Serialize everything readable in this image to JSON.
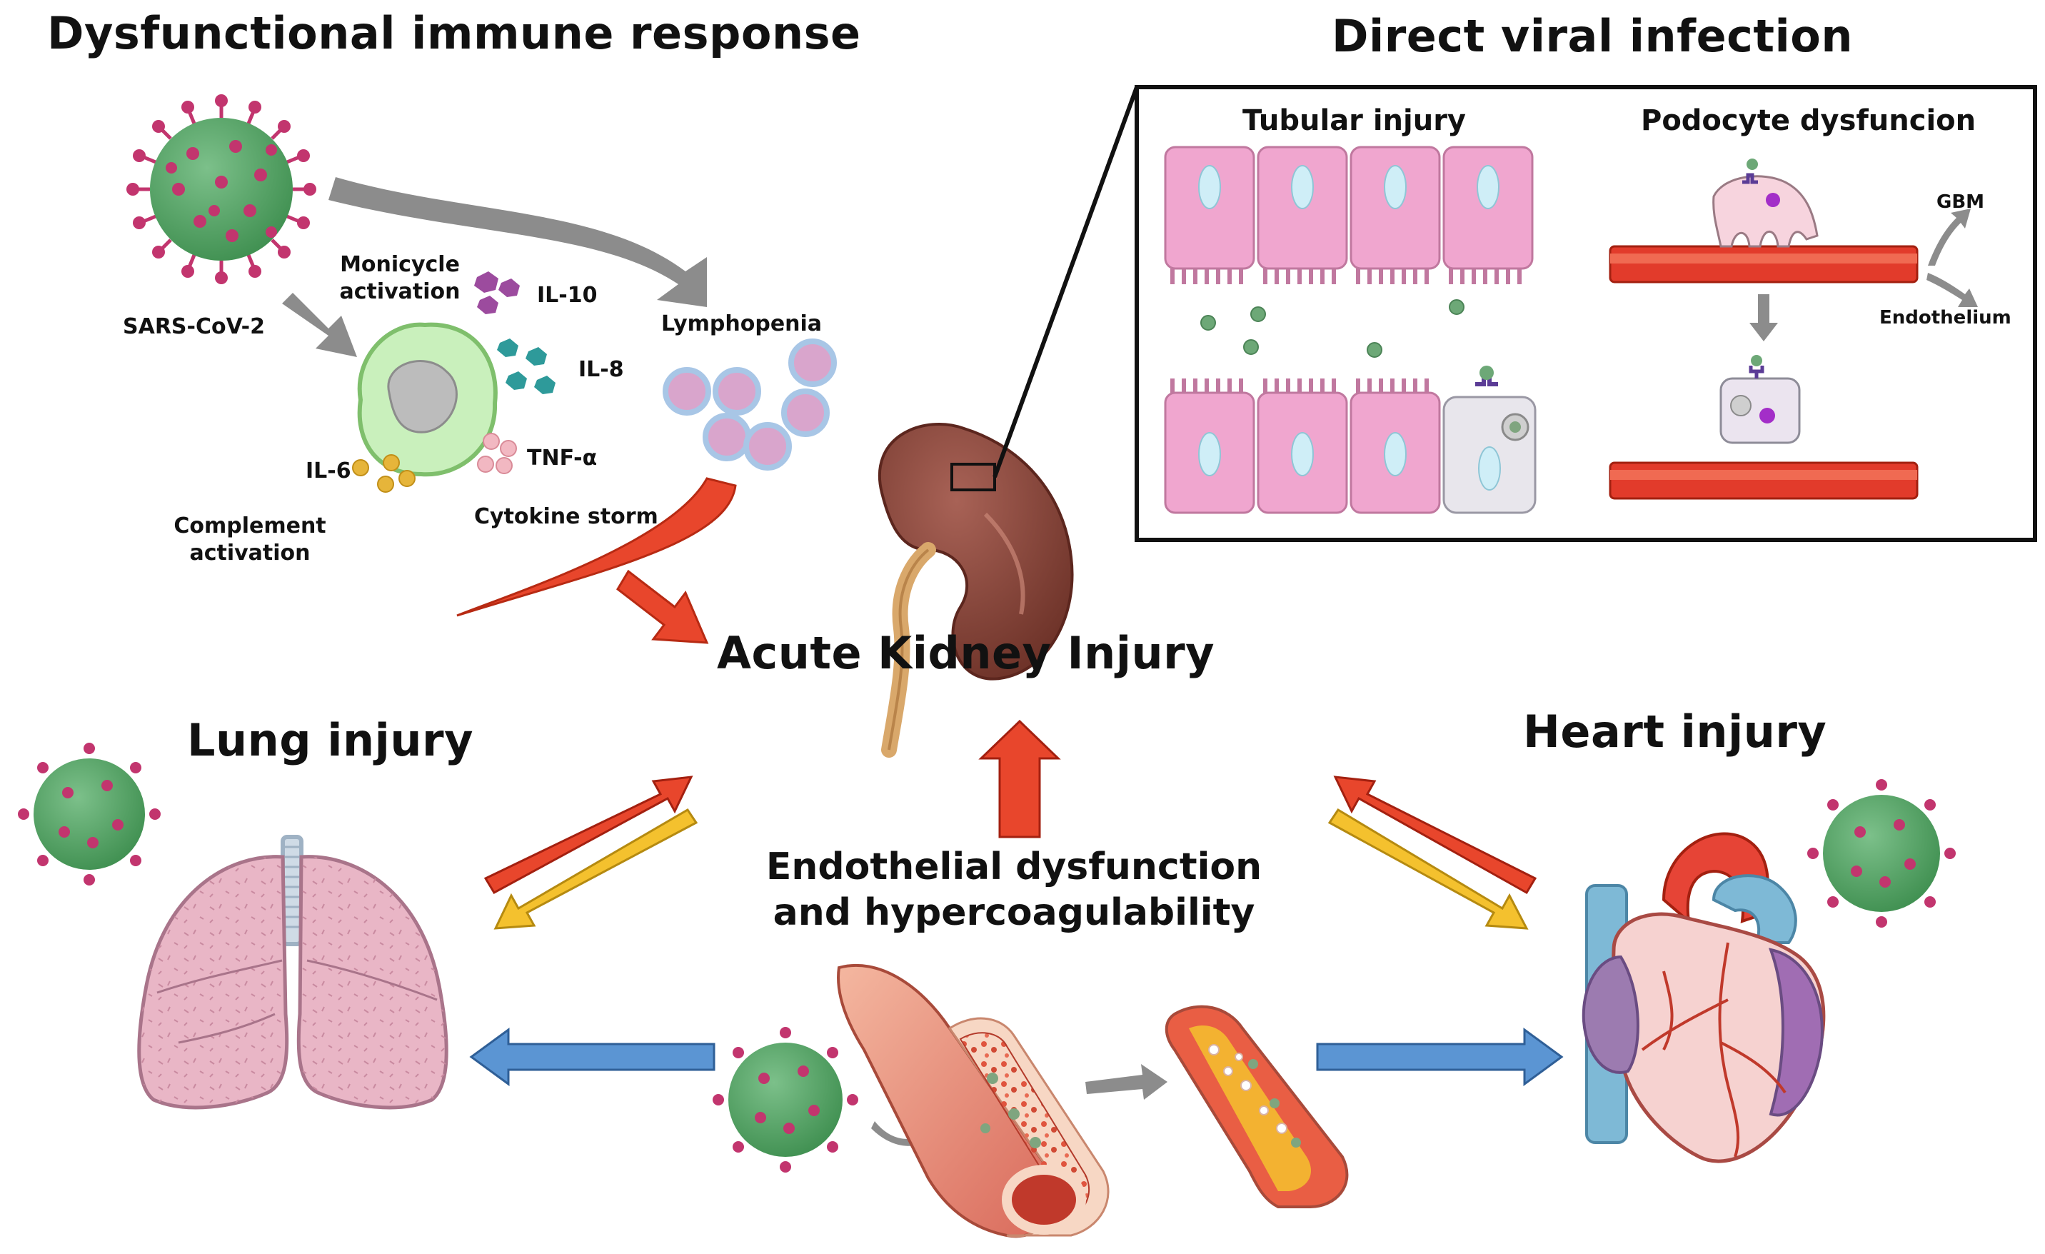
{
  "titles": {
    "immune": "Dysfunctional immune response",
    "viral": "Direct viral infection",
    "aki": "Acute Kidney Injury",
    "lung": "Lung injury",
    "heart": "Heart injury",
    "endo_line1": "Endothelial dysfunction",
    "endo_line2": "and hypercoagulability"
  },
  "immune_labels": {
    "virus": "SARS-CoV-2",
    "monocyte_line1": "Monicycle",
    "monocyte_line2": "activation",
    "il10": "IL-10",
    "il8": "IL-8",
    "il6": "IL-6",
    "tnf": "TNF-α",
    "lymphopenia": "Lymphopenia",
    "complement_line1": "Complement",
    "complement_line2": "activation",
    "cytokine_storm": "Cytokine storm"
  },
  "inset": {
    "tubular": "Tubular injury",
    "podocyte": "Podocyte dysfuncion",
    "gbm": "GBM",
    "endothelium": "Endothelium"
  },
  "colors": {
    "virus_body": "#5aa867",
    "virus_spike": "#c2356e",
    "arrow_red": "#e8462c",
    "arrow_yellow": "#f4c12e",
    "arrow_blue": "#5b95d3",
    "arrow_gray": "#8c8c8c",
    "kidney": "#8e4a3e",
    "tubule_cell": "#f0a6cf",
    "lung": "#e9b6c6",
    "heart_red": "#e64436"
  }
}
